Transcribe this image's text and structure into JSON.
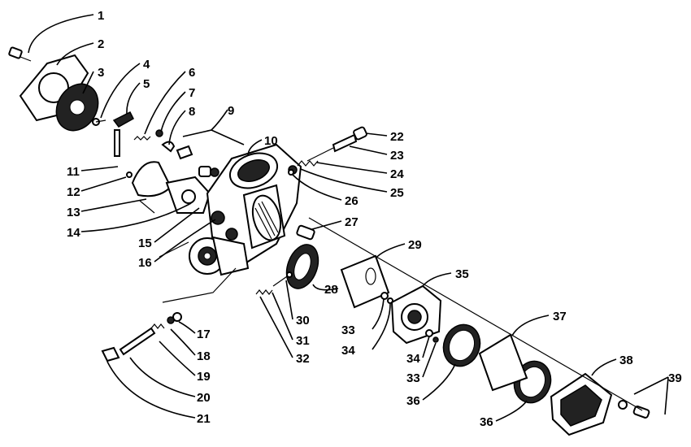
{
  "diagram": {
    "callouts": [
      {
        "id": "1",
        "label": "1"
      },
      {
        "id": "2",
        "label": "2"
      },
      {
        "id": "3",
        "label": "3"
      },
      {
        "id": "4",
        "label": "4"
      },
      {
        "id": "5",
        "label": "5"
      },
      {
        "id": "6",
        "label": "6"
      },
      {
        "id": "7",
        "label": "7"
      },
      {
        "id": "8",
        "label": "8"
      },
      {
        "id": "9",
        "label": "9"
      },
      {
        "id": "10",
        "label": "10"
      },
      {
        "id": "11",
        "label": "11"
      },
      {
        "id": "12",
        "label": "12"
      },
      {
        "id": "13",
        "label": "13"
      },
      {
        "id": "14",
        "label": "14"
      },
      {
        "id": "15",
        "label": "15"
      },
      {
        "id": "16",
        "label": "16"
      },
      {
        "id": "17",
        "label": "17"
      },
      {
        "id": "18",
        "label": "18"
      },
      {
        "id": "19",
        "label": "19"
      },
      {
        "id": "20",
        "label": "20"
      },
      {
        "id": "21",
        "label": "21"
      },
      {
        "id": "22",
        "label": "22"
      },
      {
        "id": "23",
        "label": "23"
      },
      {
        "id": "24",
        "label": "24"
      },
      {
        "id": "25",
        "label": "25"
      },
      {
        "id": "26",
        "label": "26"
      },
      {
        "id": "27",
        "label": "27"
      },
      {
        "id": "28",
        "label": "28"
      },
      {
        "id": "29",
        "label": "29"
      },
      {
        "id": "30",
        "label": "30"
      },
      {
        "id": "31",
        "label": "31"
      },
      {
        "id": "32",
        "label": "32"
      },
      {
        "id": "33a",
        "label": "33"
      },
      {
        "id": "34a",
        "label": "34"
      },
      {
        "id": "34b",
        "label": "34"
      },
      {
        "id": "33b",
        "label": "33"
      },
      {
        "id": "35",
        "label": "35"
      },
      {
        "id": "36a",
        "label": "36"
      },
      {
        "id": "36b",
        "label": "36"
      },
      {
        "id": "37",
        "label": "37"
      },
      {
        "id": "38",
        "label": "38"
      },
      {
        "id": "39",
        "label": "39"
      }
    ]
  }
}
